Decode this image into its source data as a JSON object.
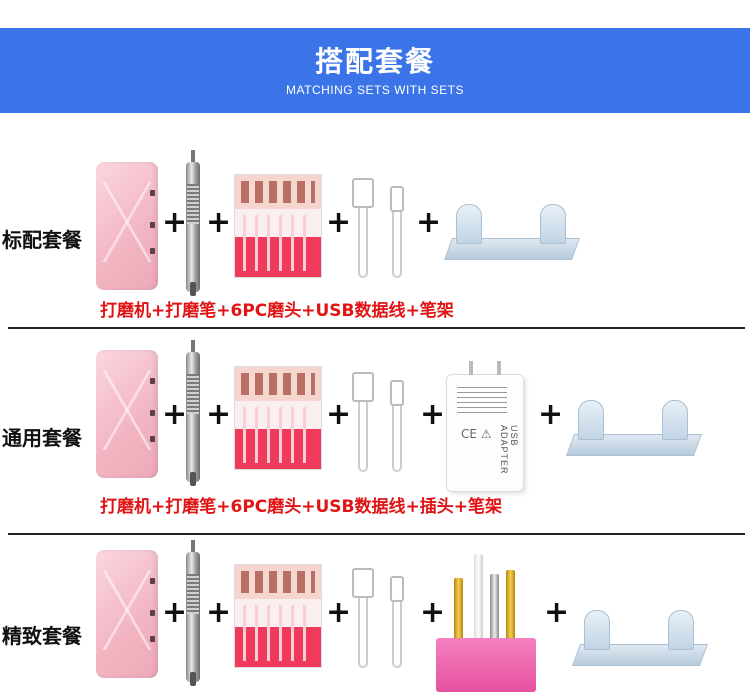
{
  "banner": {
    "title": "搭配套餐",
    "subtitle": "MATCHING SETS WITH SETS",
    "color": "#3a74e8"
  },
  "plus_sign": "+",
  "caption_color": "#e01414",
  "sets": [
    {
      "label": "标配套餐",
      "caption": "打磨机+打磨笔+6PC磨头+USB数据线+笔架",
      "items": [
        "machine-case",
        "drill-pen",
        "bit-box",
        "usb-cable",
        "pen-stand"
      ]
    },
    {
      "label": "通用套餐",
      "caption": "打磨机+打磨笔+6PC磨头+USB数据线+插头+笔架",
      "items": [
        "machine-case",
        "drill-pen",
        "bit-box",
        "usb-cable",
        "power-adapter",
        "pen-stand"
      ]
    },
    {
      "label": "精致套餐",
      "caption": "",
      "items": [
        "machine-case",
        "drill-pen",
        "bit-box",
        "usb-cable",
        "bit-holder",
        "pen-stand"
      ]
    }
  ],
  "adapter": {
    "brand": "USB ADAPTER",
    "marks": "CE ⚠"
  }
}
